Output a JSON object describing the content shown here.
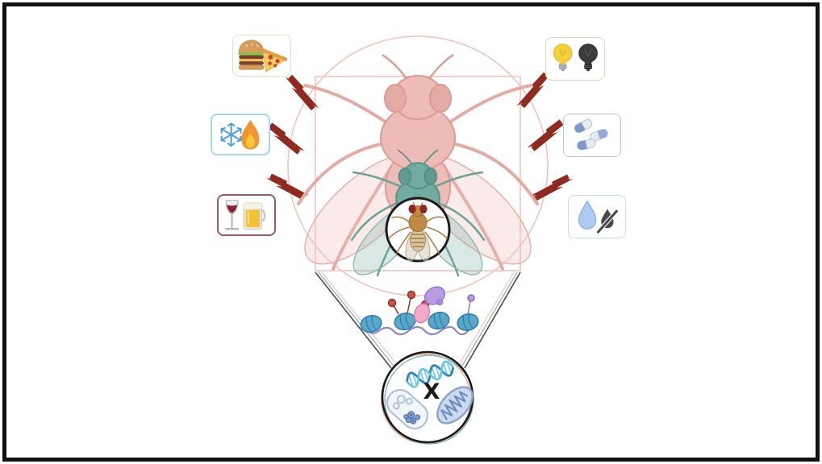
{
  "figure": {
    "cross_label": "X",
    "frame_color": "#111111",
    "bolt_color": "#8f2a20",
    "stressors": [
      {
        "id": "diet",
        "icons": [
          "burger-icon",
          "pizza-icon"
        ],
        "border_color": "#ecd9c8"
      },
      {
        "id": "temperature",
        "icons": [
          "snowflake-icon",
          "flame-icon"
        ],
        "border_color": "#a8d4ec"
      },
      {
        "id": "alcohol",
        "icons": [
          "wine-glass-icon",
          "beer-mug-icon"
        ],
        "border_color": "#9a5868"
      },
      {
        "id": "light",
        "icons": [
          "lightbulb-on-icon",
          "lightbulb-off-icon"
        ],
        "border_color": "#ddd6c4"
      },
      {
        "id": "drugs",
        "icons": [
          "capsule-icon",
          "capsule-icon",
          "capsule-icon"
        ],
        "border_color": "#b8c4d4"
      },
      {
        "id": "water",
        "icons": [
          "water-drop-icon",
          "no-water-drop-icon"
        ],
        "border_color": "#c2ddf2"
      }
    ],
    "vitruvian": {
      "outline_color": "#eec4be",
      "large_fly_color": "#edbcb8",
      "medium_fly_color": "#72ab9f",
      "small_fly_body_color": "#c08a45",
      "small_fly_eye_color": "#8b2626"
    },
    "chromatin": {
      "dna_color": "#8a8ac0",
      "nucleosome_color": "#5aa7cc",
      "methyl_mark_color": "#c9554c",
      "pink_enzyme_color": "#f2aacc",
      "purple_enzyme_color": "#b79ce4"
    },
    "cell_circle": {
      "dna_strand_dark": "#2e86b8",
      "dna_strand_light": "#6cc4e4",
      "cell_color": "#f3f6f9",
      "mitochondria_color": "#ccdaee"
    }
  }
}
